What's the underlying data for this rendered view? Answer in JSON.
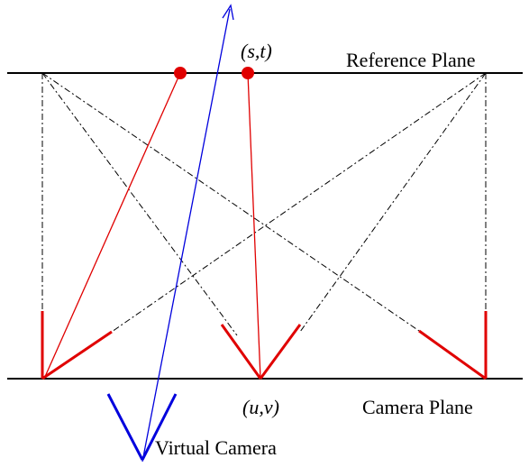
{
  "labels": {
    "reference_plane": "Reference Plane",
    "camera_plane": "Camera Plane",
    "st_point": "(s,t)",
    "uv_point": "(u,v)",
    "virtual_camera": "Virtual Camera"
  },
  "colors": {
    "plane_line": "#000000",
    "projection_line": "#000000",
    "camera": "#e00000",
    "ray": "#e00000",
    "virtual_ray": "#0000dd",
    "sample_point": "#e00000"
  },
  "icons": {
    "cameras": "v-shaped-camera-icon",
    "virtual_camera": "v-shaped-virtual-camera-icon",
    "samples": "red-dot-icon"
  }
}
